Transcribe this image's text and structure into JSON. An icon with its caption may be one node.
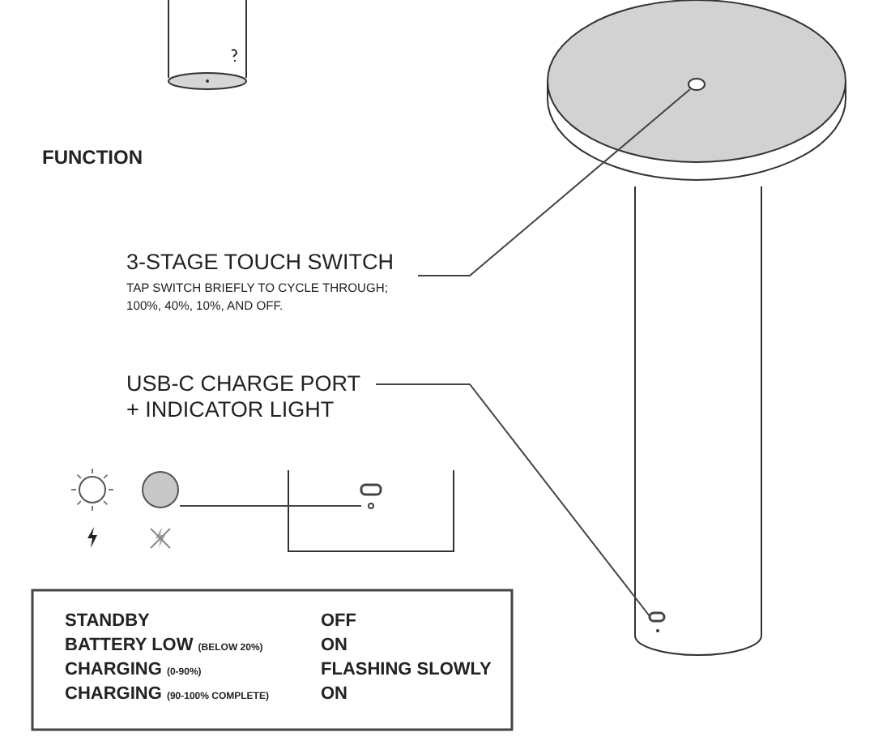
{
  "diagram": {
    "nodes": [
      {
        "text": [
          "3-STAGE TOUCH SWITCH",
          "TAP SWITCH BRIEFLY TO CYCLE THROUGH; 100%, 40%, 10%, AND OFF."
        ]
      },
      {
        "text": [],
        "shape": "circle"
      },
      {
        "text": [
          "USB-C CHARGE PORT + INDICATOR LIGHT"
        ]
      },
      {
        "text": [],
        "shape": "box"
      },
      {
        "text": [],
        "shape": "circle"
      },
      {
        "text": [],
        "shape": "box"
      }
    ],
    "edges": [
      {
        "from": 0,
        "to": 1,
        "arrow": "none"
      },
      {
        "from": 2,
        "to": 3,
        "arrow": "none"
      },
      {
        "from": 4,
        "to": 5,
        "arrow": "none"
      }
    ],
    "labels": [
      "FUNCTION",
      "STANDBY",
      "OFF",
      "BATTERY LOW (BELOW 20%)",
      "ON",
      "CHARGING (0-90%)",
      "FLASHING SLOWLY",
      "CHARGING (90-100% COMPLETE)",
      "ON"
    ]
  }
}
